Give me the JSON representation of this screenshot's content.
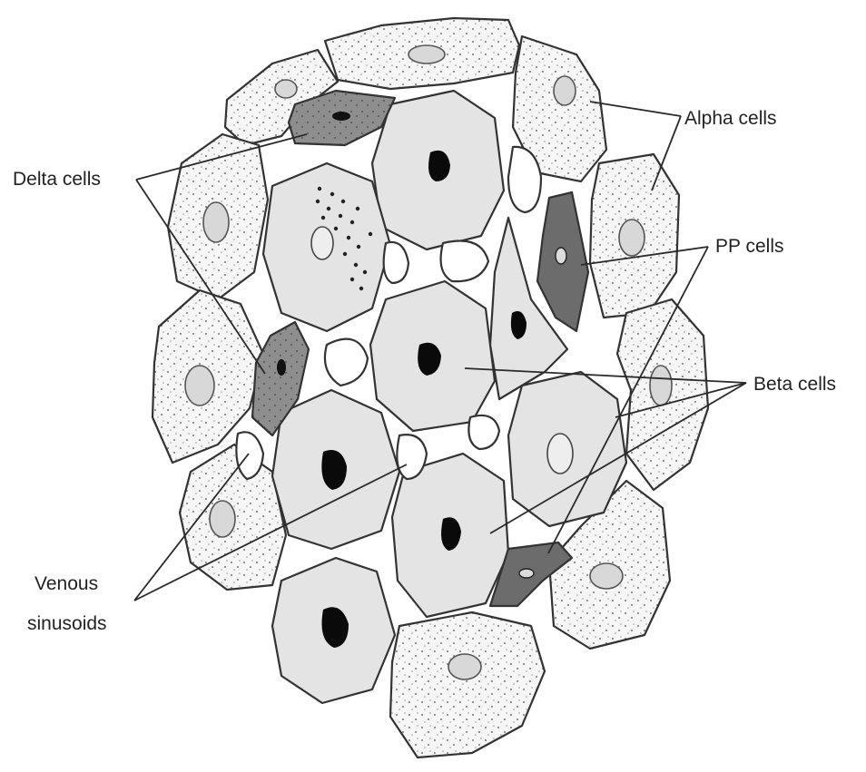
{
  "labels": {
    "alpha": "Alpha cells",
    "delta": "Delta cells",
    "pp": "PP cells",
    "beta": "Beta cells",
    "venous_line1": "Venous",
    "venous_line2": "sinusoids"
  },
  "colors": {
    "alpha_fill": "#f6f6f6",
    "beta_fill": "#e4e4e4",
    "delta_fill": "#8e8e8e",
    "pp_fill": "#6c6c6c",
    "sinusoid_fill": "#ffffff",
    "outline": "#333333",
    "nucleus_dark": "#0a0a0a"
  }
}
